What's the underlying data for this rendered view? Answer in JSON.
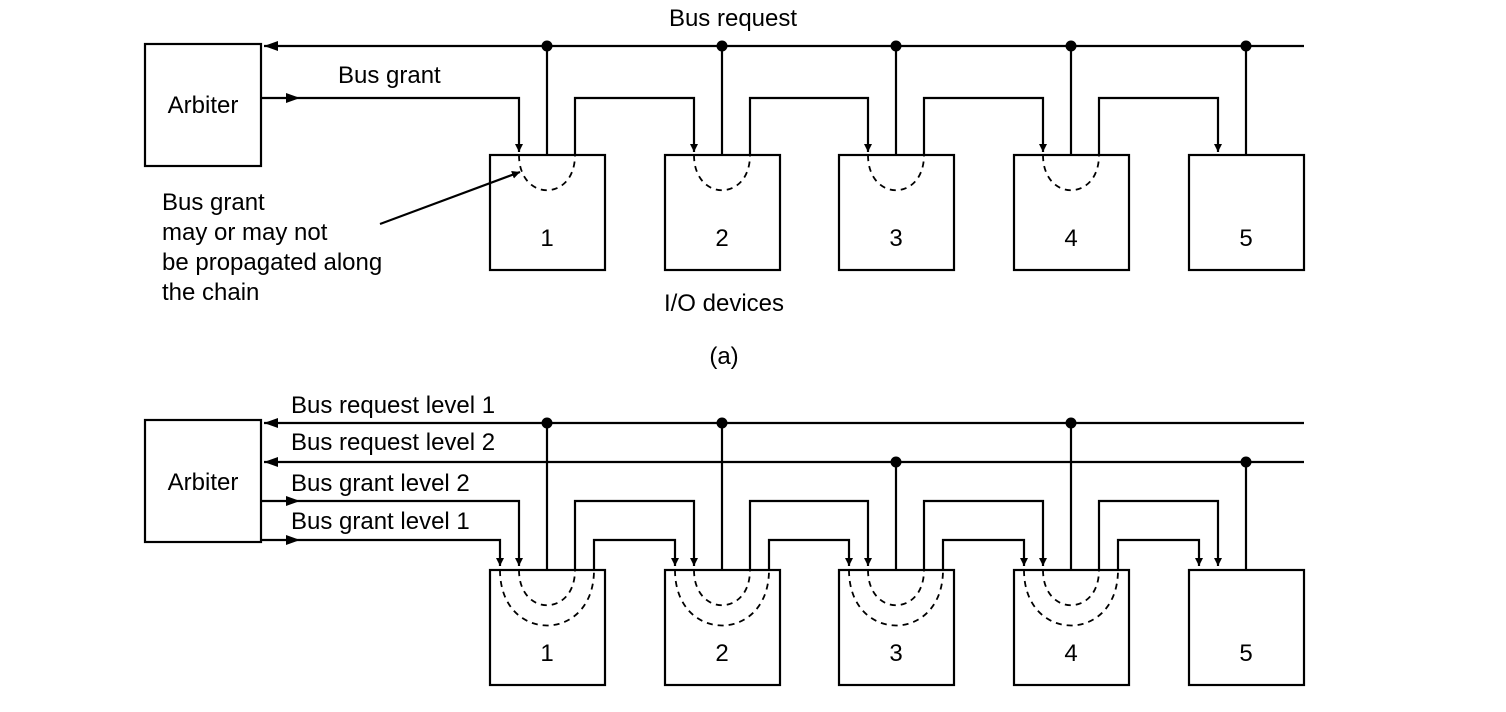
{
  "diagram_a": {
    "arbiter_label": "Arbiter",
    "bus_request_label": "Bus request",
    "bus_grant_label": "Bus grant",
    "annotation_lines": [
      "Bus grant",
      "may or may not",
      "be propagated along",
      "the chain"
    ],
    "io_devices_label": "I/O devices",
    "caption": "(a)",
    "devices": [
      "1",
      "2",
      "3",
      "4",
      "5"
    ]
  },
  "diagram_b": {
    "arbiter_label": "Arbiter",
    "bus_request_level_1": "Bus request level 1",
    "bus_request_level_2": "Bus request level 2",
    "bus_grant_level_2": "Bus grant level 2",
    "bus_grant_level_1": "Bus grant level 1",
    "devices": [
      "1",
      "2",
      "3",
      "4",
      "5"
    ]
  }
}
